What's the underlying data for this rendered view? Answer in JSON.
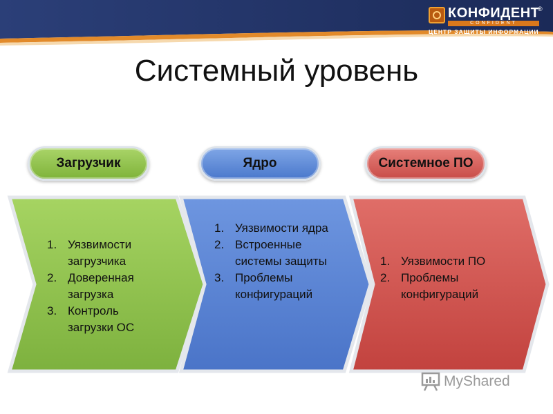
{
  "header": {
    "logo_name": "КОНФИДЕНТ",
    "logo_registered": "®",
    "logo_latin": "CONFIDENT",
    "logo_tagline": "ЦЕНТР ЗАЩИТЫ ИНФОРМАЦИИ"
  },
  "title": "Системный уровень",
  "columns": [
    {
      "label": "Загрузчик",
      "items": [
        {
          "num": "1.",
          "text": "Уязвимости загрузчика"
        },
        {
          "num": "2.",
          "text": "Доверенная загрузка"
        },
        {
          "num": "3.",
          "text": "Контроль загрузки ОС"
        }
      ]
    },
    {
      "label": "Ядро",
      "items": [
        {
          "num": "1.",
          "text": "Уязвимости ядра"
        },
        {
          "num": "2.",
          "text": "Встроенные системы защиты"
        },
        {
          "num": "3.",
          "text": "Проблемы конфигураций"
        }
      ]
    },
    {
      "label": "Системное ПО",
      "items": [
        {
          "num": "1.",
          "text": "Уязвимости ПО"
        },
        {
          "num": "2.",
          "text": "Проблемы конфигураций"
        }
      ]
    }
  ],
  "watermark": "MyShared",
  "colors": {
    "band_dark": "#23366b",
    "band_orange": "#e28a2a",
    "green": "#8cc04c",
    "blue": "#5a82d2",
    "red": "#cf5450"
  }
}
